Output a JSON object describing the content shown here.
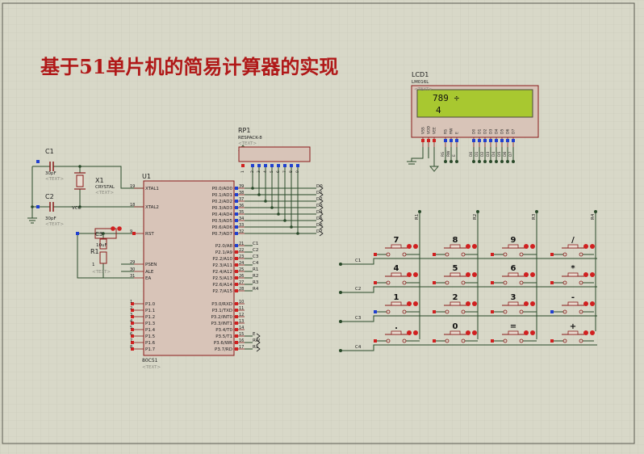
{
  "title": "基于51单片机的简易计算器的实现",
  "colors": {
    "background": "#d8d8c8",
    "grid": "#c4c4b4",
    "wire": "#2a4a2a",
    "component": "#8a1a1a",
    "chip_fill": "#d8c4b8",
    "title": "#b01818",
    "lcd_screen": "#a8c830",
    "pin_red": "#d02020",
    "pin_blue": "#2040d0"
  },
  "lcd": {
    "ref": "LCD1",
    "model": "LM016L",
    "text_tag": "<TEXT>",
    "line1": "789 ÷",
    "line2": "4",
    "pins": [
      "VSS",
      "VDD",
      "VEE",
      "RS",
      "RW",
      "E",
      "D0",
      "D1",
      "D2",
      "D3",
      "D4",
      "D5",
      "D6",
      "D7"
    ]
  },
  "rp1": {
    "ref": "RP1",
    "model": "RESPACK-8",
    "text_tag": "<TEXT>",
    "pins": [
      "1",
      "2",
      "3",
      "4",
      "5",
      "6",
      "7",
      "8",
      "9"
    ]
  },
  "caps": [
    {
      "ref": "C1",
      "value": "30pF",
      "text_tag": "<TEXT>"
    },
    {
      "ref": "C2",
      "value": "30pF",
      "text_tag": "<TEXT>"
    },
    {
      "ref": "C3",
      "value": "10uF",
      "text_tag": "<TEXT>"
    }
  ],
  "crystal": {
    "ref": "X1",
    "model": "CRYSTAL",
    "text_tag": "<TEXT>"
  },
  "r1": {
    "ref": "R1",
    "value": "1",
    "text_tag": "<TEXT>"
  },
  "mcu": {
    "ref": "U1",
    "model": "80C51",
    "text_tag": "<TEXT>",
    "left_pins": [
      {
        "num": "19",
        "name": "XTAL1"
      },
      {
        "num": "18",
        "name": "XTAL2"
      },
      {
        "num": "9",
        "name": "RST"
      },
      {
        "num": "29",
        "name": "PSEN"
      },
      {
        "num": "30",
        "name": "ALE"
      },
      {
        "num": "31",
        "name": "EA"
      },
      {
        "num": "1",
        "name": "P1.0"
      },
      {
        "num": "2",
        "name": "P1.1"
      },
      {
        "num": "3",
        "name": "P1.2"
      },
      {
        "num": "4",
        "name": "P1.3"
      },
      {
        "num": "5",
        "name": "P1.4"
      },
      {
        "num": "6",
        "name": "P1.5"
      },
      {
        "num": "7",
        "name": "P1.6"
      },
      {
        "num": "8",
        "name": "P1.7"
      }
    ],
    "right_pins": [
      {
        "num": "39",
        "name": "P0.0/AD0",
        "net": "D0"
      },
      {
        "num": "38",
        "name": "P0.1/AD1",
        "net": "D1"
      },
      {
        "num": "37",
        "name": "P0.2/AD2",
        "net": "D2"
      },
      {
        "num": "36",
        "name": "P0.3/AD3",
        "net": "D3"
      },
      {
        "num": "35",
        "name": "P0.4/AD4",
        "net": "D4"
      },
      {
        "num": "34",
        "name": "P0.5/AD5",
        "net": "D5"
      },
      {
        "num": "33",
        "name": "P0.6/AD6",
        "net": "D6"
      },
      {
        "num": "32",
        "name": "P0.7/AD7",
        "net": "D7"
      },
      {
        "num": "21",
        "name": "P2.0/A8",
        "net": "C1"
      },
      {
        "num": "22",
        "name": "P2.1/A9",
        "net": "C2"
      },
      {
        "num": "23",
        "name": "P2.2/A10",
        "net": "C3"
      },
      {
        "num": "24",
        "name": "P2.3/A11",
        "net": "C4"
      },
      {
        "num": "25",
        "name": "P2.4/A12",
        "net": "R1"
      },
      {
        "num": "26",
        "name": "P2.5/A13",
        "net": "R2"
      },
      {
        "num": "27",
        "name": "P2.6/A14",
        "net": "R3"
      },
      {
        "num": "28",
        "name": "P2.7/A15",
        "net": "R4"
      },
      {
        "num": "10",
        "name": "P3.0/RXD",
        "net": ""
      },
      {
        "num": "11",
        "name": "P3.1/TXD",
        "net": ""
      },
      {
        "num": "12",
        "name": "P3.2/INT0",
        "net": ""
      },
      {
        "num": "13",
        "name": "P3.3/INT1",
        "net": ""
      },
      {
        "num": "14",
        "name": "P3.4/T0",
        "net": ""
      },
      {
        "num": "15",
        "name": "P3.5/T1",
        "net": "E"
      },
      {
        "num": "16",
        "name": "P3.6/WR",
        "net": "RW"
      },
      {
        "num": "17",
        "name": "P3.7/RD",
        "net": "RS"
      }
    ]
  },
  "vcc_label": "VCC",
  "keypad": {
    "row_labels": [
      "C1",
      "C2",
      "C3",
      "C4"
    ],
    "col_labels": [
      "R1",
      "R2",
      "R3",
      "R4"
    ],
    "keys": [
      [
        "7",
        "8",
        "9",
        "/"
      ],
      [
        "4",
        "5",
        "6",
        "*"
      ],
      [
        "1",
        "2",
        "3",
        "-"
      ],
      [
        ".",
        "0",
        "=",
        "+"
      ]
    ]
  }
}
